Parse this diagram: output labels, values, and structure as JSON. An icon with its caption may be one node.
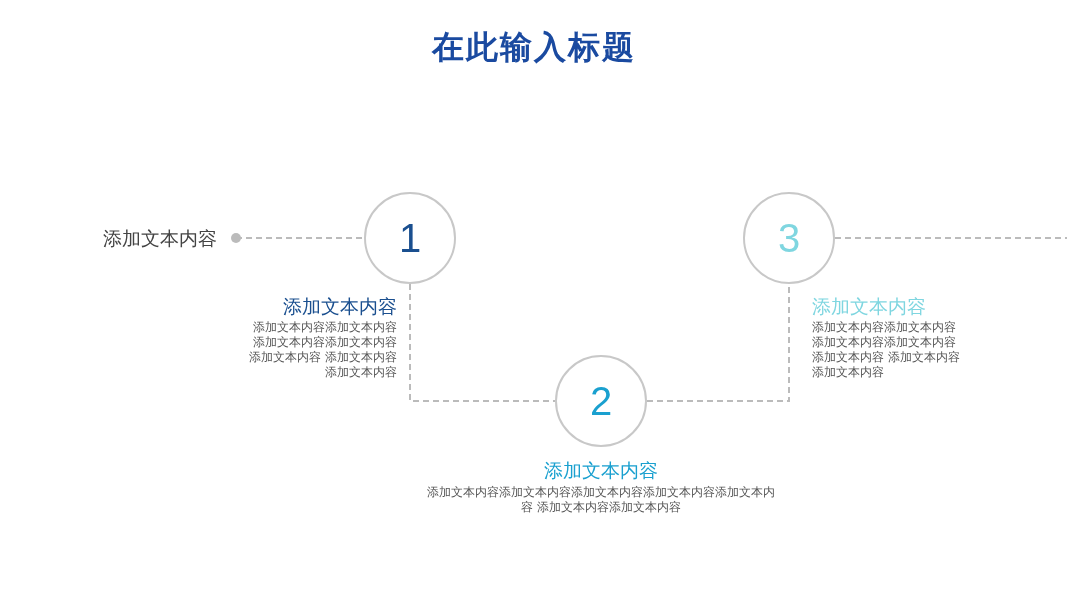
{
  "diagram": {
    "title": "在此输入标题",
    "nodes": [
      {
        "text": [
          "添加文本内容"
        ]
      },
      {
        "text": [
          "1"
        ],
        "beside": [
          "添加文本内容",
          "添加文本内容添加文本内容添加文本内容添加文本内容添加文本内容 添加文本内容添加文本内容"
        ]
      },
      {
        "text": [
          "2"
        ],
        "beside": [
          "添加文本内容",
          "添加文本内容添加文本内容添加文本内容添加文本内容添加文本内容 添加文本内容添加文本内容"
        ]
      },
      {
        "text": [
          "3"
        ],
        "beside": [
          "添加文本内容",
          "添加文本内容添加文本内容添加文本内容添加文本内容添加文本内容 添加文本内容添加文本内容"
        ]
      }
    ],
    "edges": [
      {
        "from": 0,
        "to": 1,
        "arrow": "other",
        "style": "dashed"
      },
      {
        "from": 1,
        "to": 2,
        "arrow": "none",
        "style": "dashed"
      },
      {
        "from": 2,
        "to": 3,
        "arrow": "none",
        "style": "dashed"
      },
      {
        "from": 3,
        "to": null,
        "arrow": "none",
        "style": "dashed"
      }
    ]
  }
}
